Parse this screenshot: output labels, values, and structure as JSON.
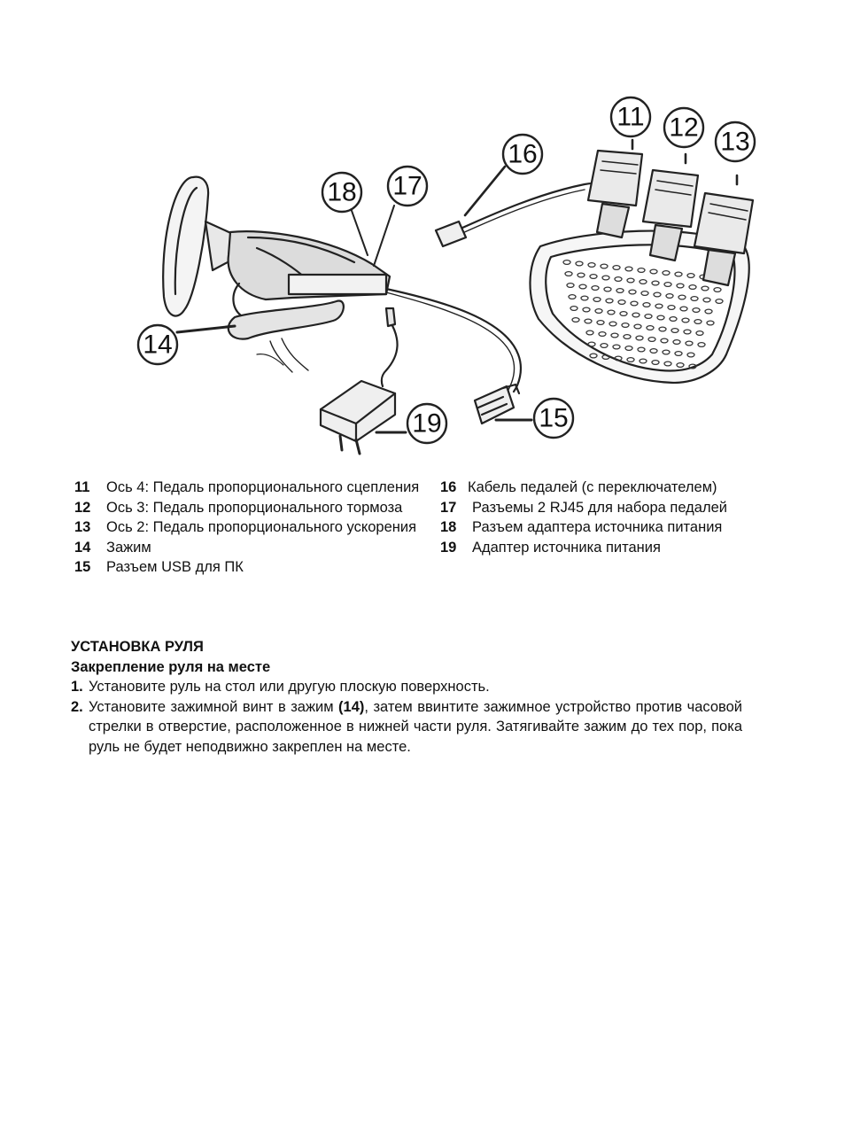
{
  "figure": {
    "callouts": [
      "11",
      "12",
      "13",
      "14",
      "15",
      "16",
      "17",
      "18",
      "19"
    ]
  },
  "legend_left": [
    {
      "num": "11",
      "text": "Ось 4: Педаль пропорционального сцепления"
    },
    {
      "num": "12",
      "text": "Ось 3: Педаль пропорционального тормоза"
    },
    {
      "num": "13",
      "text": "Ось 2: Педаль пропорционального ускорения"
    },
    {
      "num": "14",
      "text": "Зажим"
    },
    {
      "num": "15",
      "text": "Разъем USB для ПК"
    }
  ],
  "legend_right": [
    {
      "num": "16",
      "text": "Кабель педалей (с переключателем)"
    },
    {
      "num": "17",
      "text": "Разъемы 2 RJ45 для набора педалей"
    },
    {
      "num": "18",
      "text": "Разъем адаптера источника питания"
    },
    {
      "num": "19",
      "text": "Адаптер источника питания"
    }
  ],
  "section": {
    "title": "УСТАНОВКА РУЛЯ",
    "subtitle": "Закрепление руля на месте",
    "steps": [
      {
        "num": "1.",
        "text_a": "Установите руль на стол или другую плоскую поверхность.",
        "bold": "",
        "text_b": ""
      },
      {
        "num": "2.",
        "text_a": "Установите зажимной винт в зажим ",
        "bold": "(14)",
        "text_b": ", затем ввинтите зажимное устройство против часовой стрелки в отверстие, расположенное в нижней части руля. Затягивайте зажим до тех пор, пока руль не будет неподвижно закреплен на месте."
      }
    ]
  }
}
